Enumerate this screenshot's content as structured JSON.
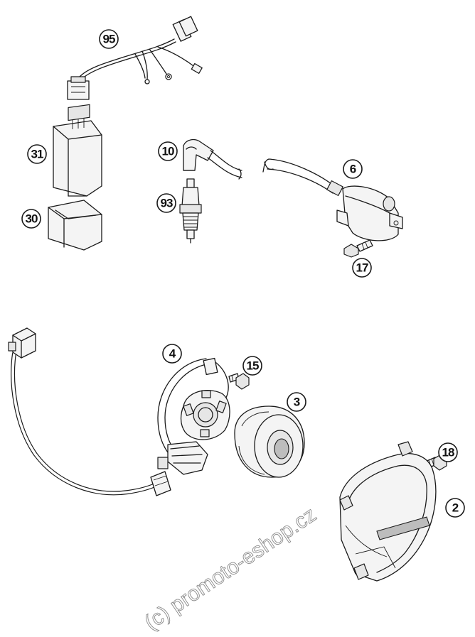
{
  "diagram": {
    "callouts": {
      "c95": "95",
      "c31": "31",
      "c30": "30",
      "c10": "10",
      "c93": "93",
      "c6": "6",
      "c17": "17",
      "c4": "4",
      "c15": "15",
      "c3": "3",
      "c18": "18",
      "c2": "2"
    },
    "watermark": "(c) promoto-eshop.cz"
  }
}
